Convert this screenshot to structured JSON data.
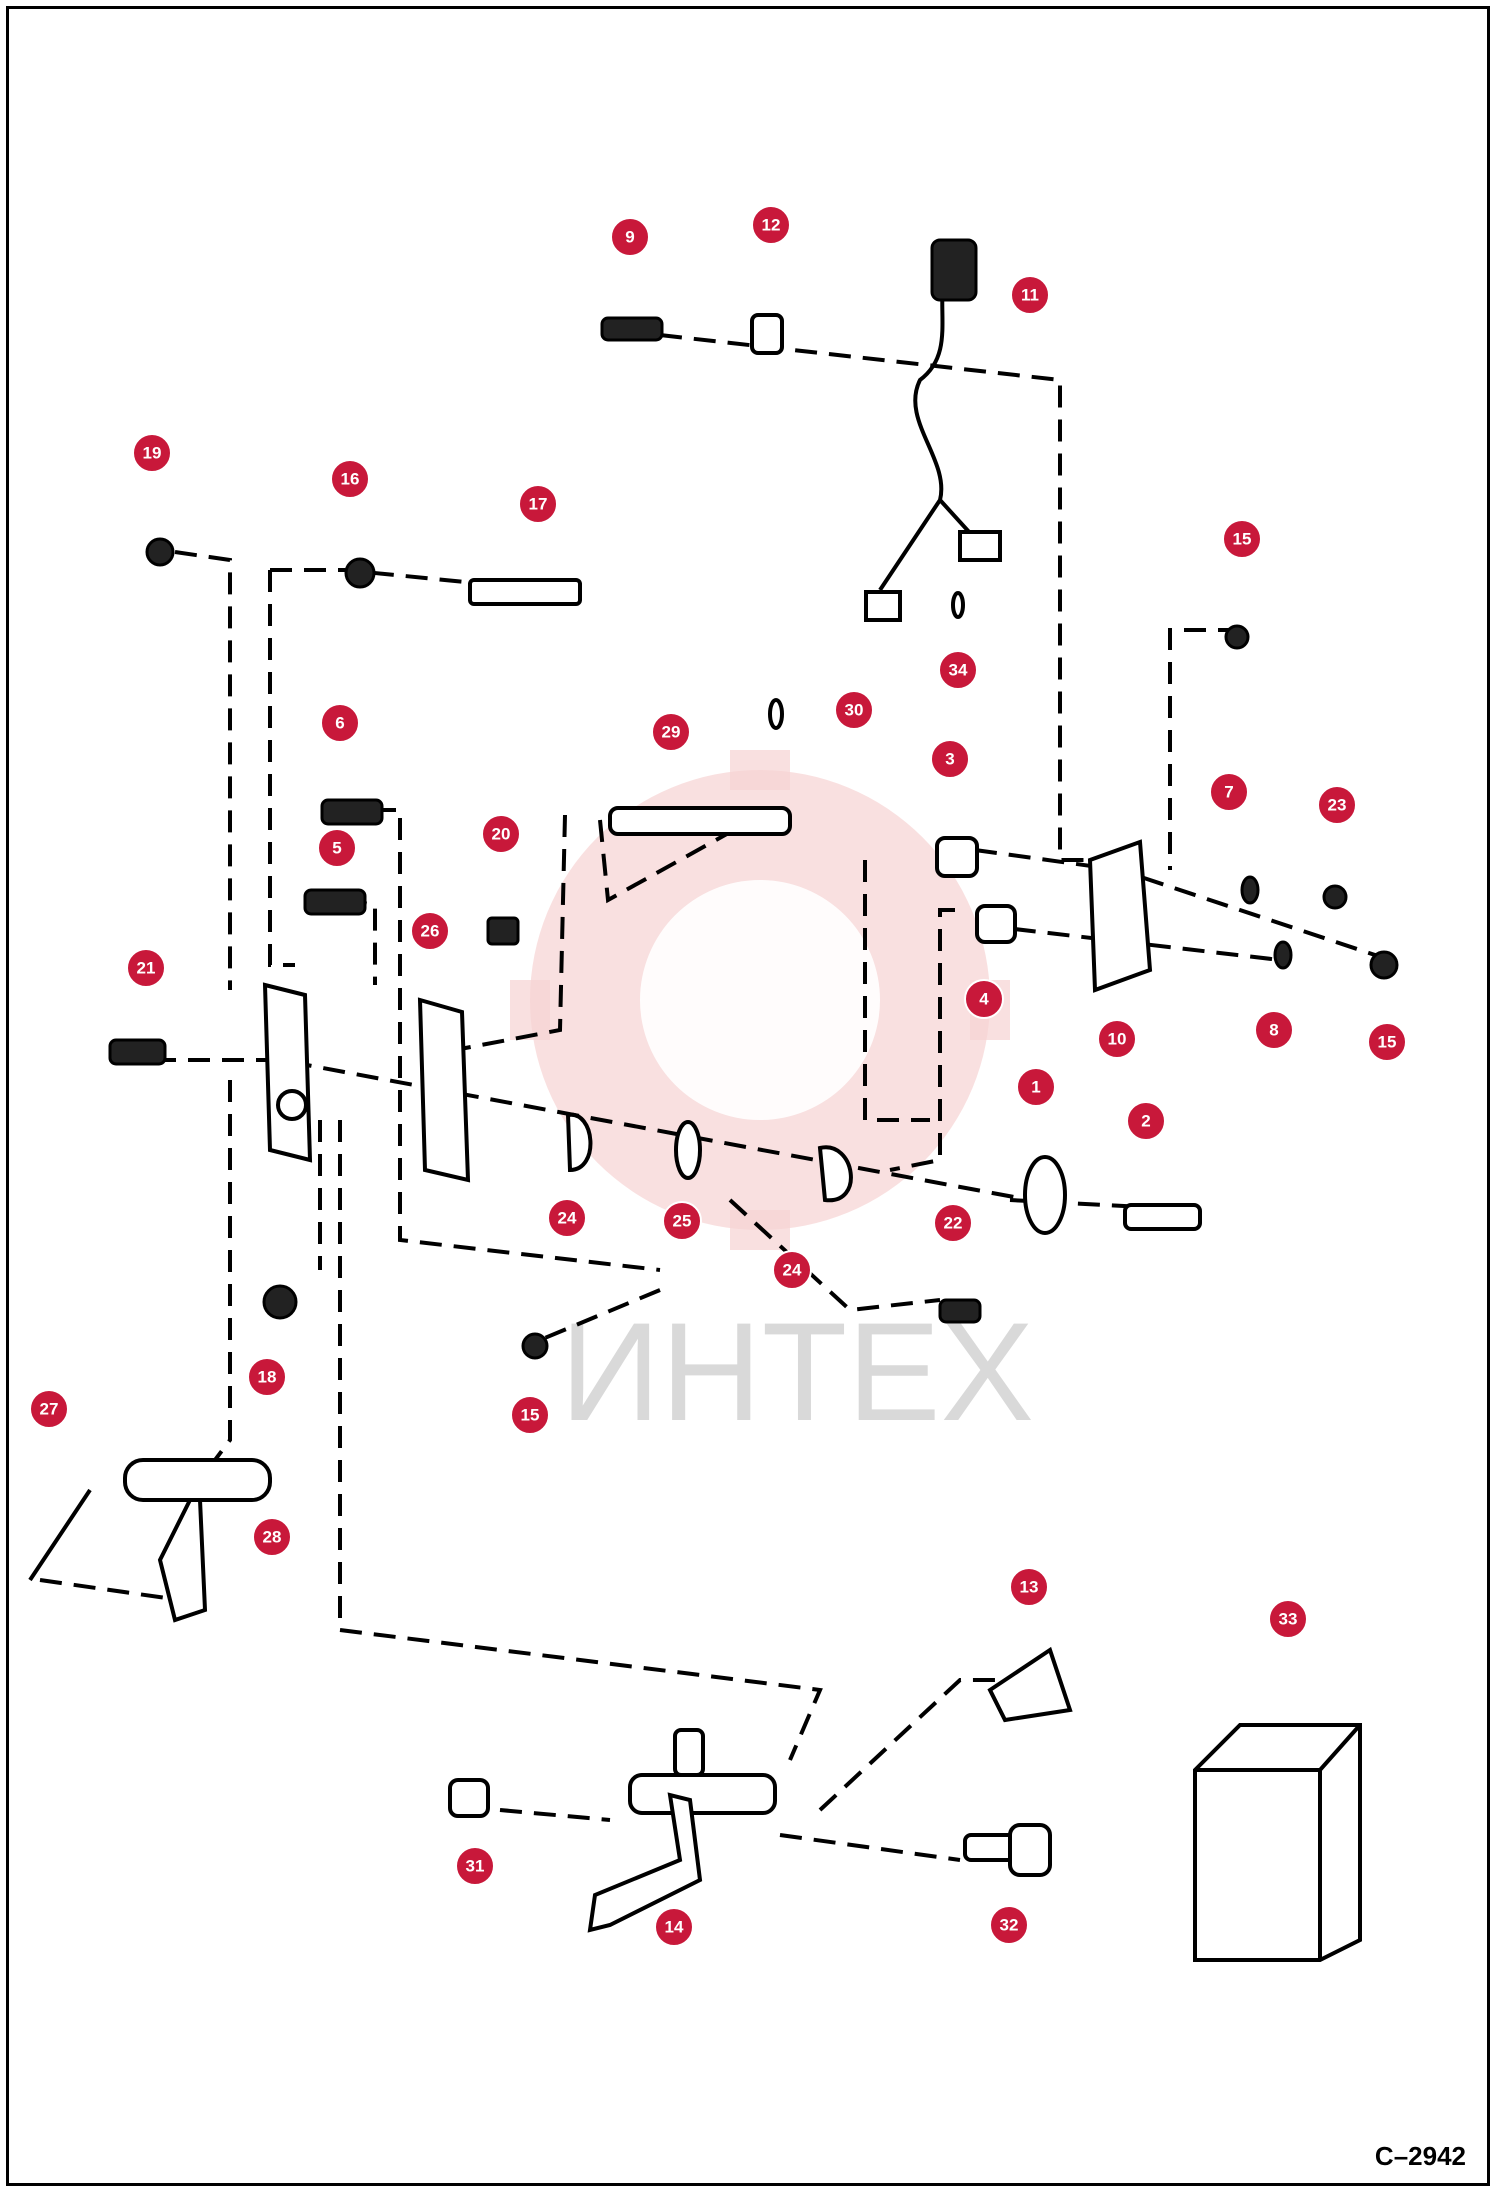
{
  "drawing_ref": "C–2942",
  "watermark": "ИНТЕХ",
  "parts": [
    {
      "callout": "1"
    },
    {
      "callout": "2"
    },
    {
      "callout": "3"
    },
    {
      "callout": "4"
    },
    {
      "callout": "5"
    },
    {
      "callout": "6"
    },
    {
      "callout": "7"
    },
    {
      "callout": "8"
    },
    {
      "callout": "9"
    },
    {
      "callout": "10"
    },
    {
      "callout": "11"
    },
    {
      "callout": "12"
    },
    {
      "callout": "13"
    },
    {
      "callout": "14"
    },
    {
      "callout": "15"
    },
    {
      "callout": "15"
    },
    {
      "callout": "15"
    },
    {
      "callout": "16"
    },
    {
      "callout": "17"
    },
    {
      "callout": "18"
    },
    {
      "callout": "19"
    },
    {
      "callout": "20"
    },
    {
      "callout": "21"
    },
    {
      "callout": "22"
    },
    {
      "callout": "23"
    },
    {
      "callout": "24"
    },
    {
      "callout": "24"
    },
    {
      "callout": "25"
    },
    {
      "callout": "26"
    },
    {
      "callout": "27"
    },
    {
      "callout": "28"
    },
    {
      "callout": "29"
    },
    {
      "callout": "30"
    },
    {
      "callout": "31"
    },
    {
      "callout": "32"
    },
    {
      "callout": "33"
    },
    {
      "callout": "34"
    }
  ],
  "colors": {
    "badge": "#c8183a",
    "watermark_gear": "#f6d3d3"
  }
}
